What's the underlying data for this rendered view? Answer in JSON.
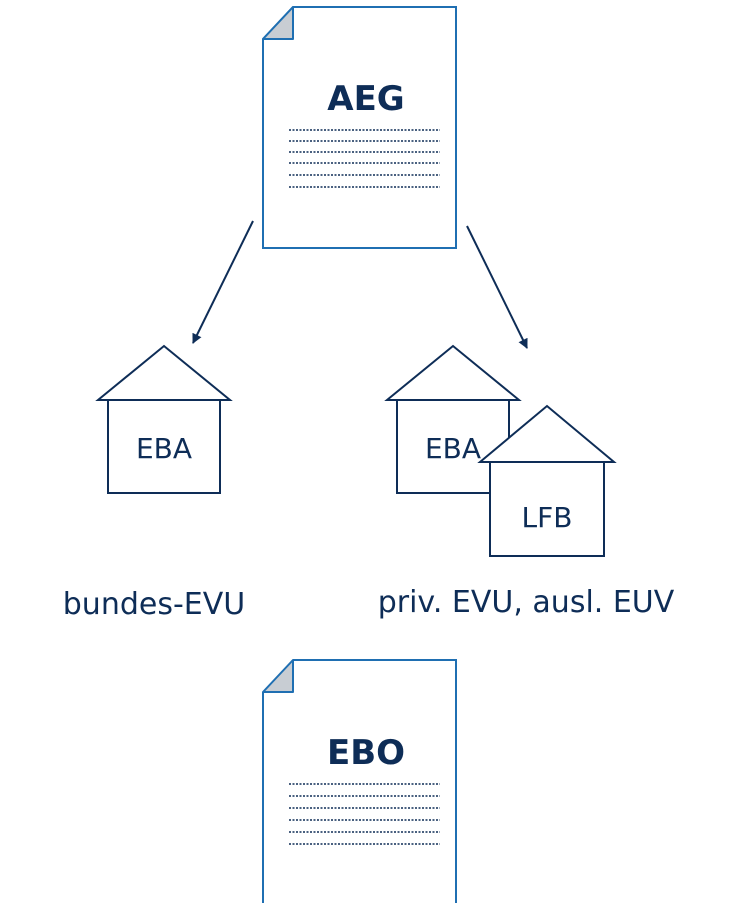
{
  "colors": {
    "doc_stroke": "#1f6fb2",
    "dark_navy": "#0e2d57",
    "fold_fill": "#c8cdd3",
    "text_dark": "#0e2d57"
  },
  "documents": {
    "top": {
      "title": "AEG",
      "icon": "document-icon"
    },
    "bottom": {
      "title": "EBO",
      "icon": "document-icon"
    }
  },
  "authorities": {
    "left": {
      "label": "EBA",
      "icon": "house-icon"
    },
    "right_back": {
      "label": "EBA",
      "icon": "house-icon"
    },
    "right_front": {
      "label": "LFB",
      "icon": "house-icon"
    }
  },
  "captions": {
    "left": "bundes-EVU",
    "right": "priv. EVU, ausl. EUV"
  }
}
